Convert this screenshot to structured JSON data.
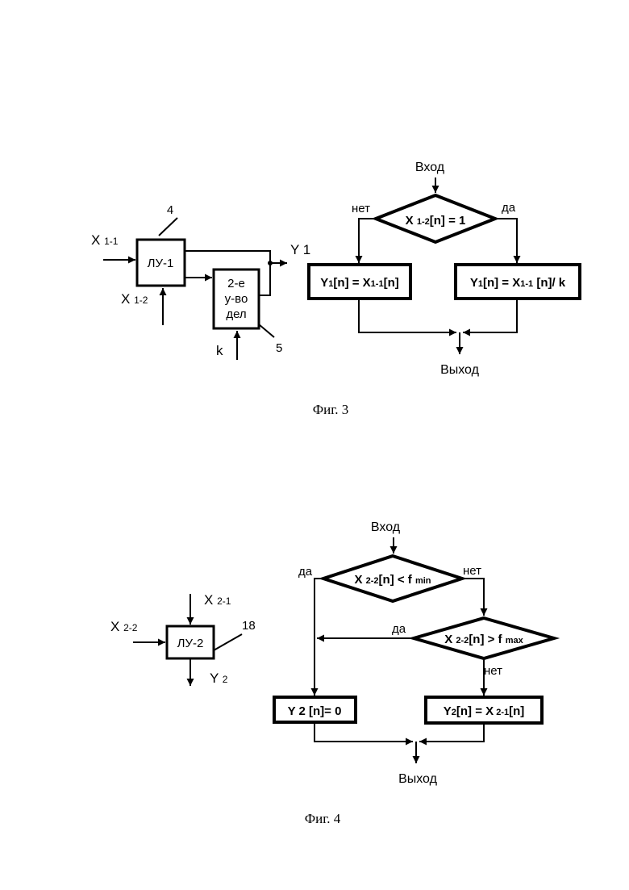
{
  "fig3": {
    "caption": "Фиг. 3",
    "block": {
      "number": "4",
      "label": "ЛУ-1",
      "input_top": {
        "main": "X",
        "sub": "1-1"
      },
      "input_bottom": {
        "main": "X",
        "sub": "1-2"
      },
      "output": "Y 1"
    },
    "divider": {
      "number": "5",
      "line1": "2-е",
      "line2": "у-во",
      "line3": "дел",
      "input": "k"
    },
    "flow": {
      "entry": "Вход",
      "exit": "Выход",
      "decision": {
        "pre": "X",
        "sub": "1-2",
        "post": "[n] = 1"
      },
      "branch_no": "нет",
      "branch_yes": "да",
      "left_box": {
        "a": "Y",
        "as": "1",
        "b": "[n] = X",
        "bs": "1-1",
        "c": "[n]"
      },
      "right_box": {
        "a": "Y",
        "as": "1",
        "b": "[n] = X",
        "bs": "1-1",
        "c": " [n]/ k"
      }
    }
  },
  "fig4": {
    "caption": "Фиг. 4",
    "block": {
      "number": "18",
      "label": "ЛУ-2",
      "input_top": {
        "main": "X",
        "sub": "2-1"
      },
      "input_left": {
        "main": "X",
        "sub": "2-2"
      },
      "output": {
        "main": "Y",
        "sub": "2"
      }
    },
    "flow": {
      "entry": "Вход",
      "exit": "Выход",
      "decision1": {
        "pre": "X",
        "sub": "2-2",
        "post": "[n] < f",
        "sub2": "min"
      },
      "decision1_yes": "да",
      "decision1_no": "нет",
      "decision2": {
        "pre": "X",
        "sub": "2-2",
        "post": "[n] > f",
        "sub2": "max"
      },
      "decision2_yes": "да",
      "decision2_no": "нет",
      "left_box": "Y 2 [n]= 0",
      "right_box": {
        "a": "Y",
        "as": "2",
        "b": "[n] = X",
        "bs": " 2-1",
        "c": "[n]"
      }
    }
  }
}
